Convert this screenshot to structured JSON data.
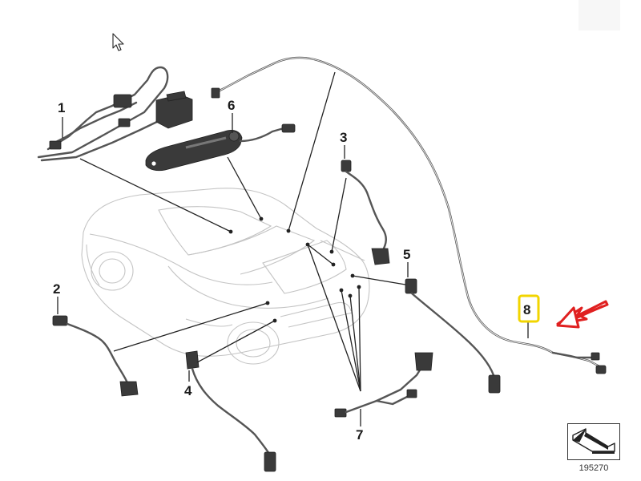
{
  "callouts": {
    "c1": "1",
    "c2": "2",
    "c3": "3",
    "c4": "4",
    "c5": "5",
    "c6": "6",
    "c7": "7",
    "c8": "8"
  },
  "reference_number": "195270",
  "colors": {
    "highlight_box": "#f2d500",
    "arrow": "#e02020",
    "leader": "#222222",
    "car_outline": "#c4c4c4",
    "wire": "#555555"
  },
  "icons": {
    "cursor": "mouse-pointer-icon",
    "reference": "arrow-symbol-icon"
  }
}
